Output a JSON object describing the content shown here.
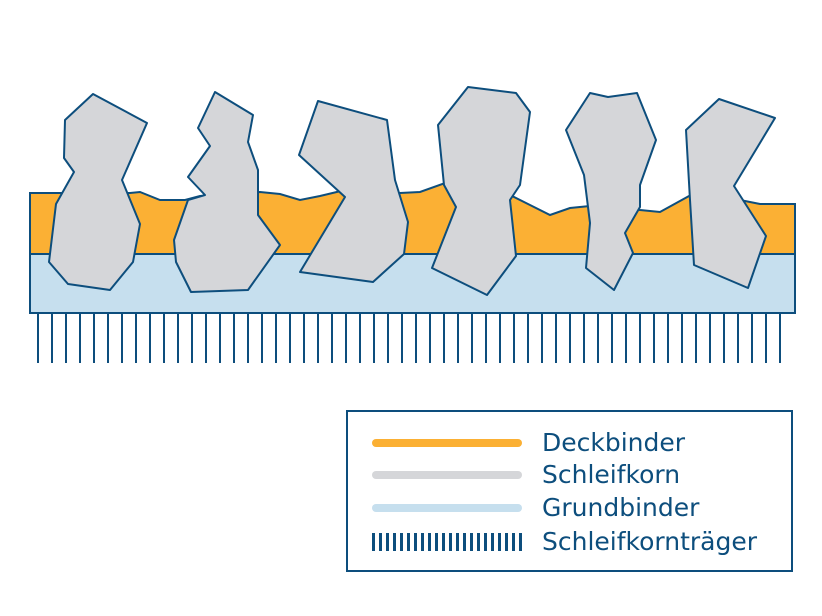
{
  "colors": {
    "deckbinder": "#fbb034",
    "schleifkorn": "#d5d6d9",
    "grundbinder": "#c6dfee",
    "stroke": "#0d4e7d"
  },
  "legend": [
    {
      "label": "Deckbinder",
      "style": "line",
      "color": "#fbb034"
    },
    {
      "label": "Schleifkorn",
      "style": "line",
      "color": "#d5d6d9"
    },
    {
      "label": "Grundbinder",
      "style": "line",
      "color": "#c6dfee"
    },
    {
      "label": "Schleifkornträger",
      "style": "ticks",
      "color": "#0d4e7d"
    }
  ]
}
